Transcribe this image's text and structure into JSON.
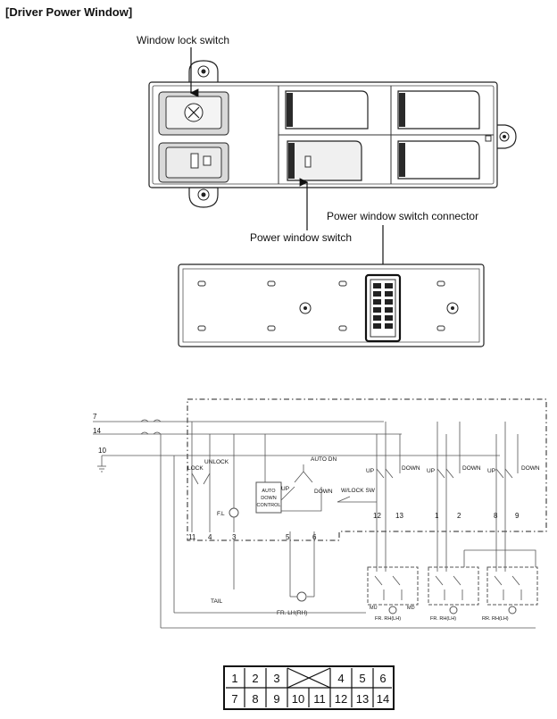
{
  "title": "[Driver Power Window]",
  "callouts": {
    "window_lock_switch": "Window lock switch",
    "power_window_switch_connector": "Power window switch connector",
    "power_window_switch": "Power window switch"
  },
  "circuit": {
    "wire_numbers": [
      "7",
      "14",
      "10"
    ],
    "labels": {
      "lock": "LOCK",
      "unlock": "UNLOCK",
      "auto_dn": "AUTO DN",
      "up": "UP",
      "down": "DOWN",
      "wlock_sw": "W/LOCK SW",
      "auto_down_control_1": "AUTO",
      "auto_down_control_2": "DOWN",
      "auto_down_control_3": "CONTROL",
      "fl": "F.L",
      "tail": "TAIL",
      "fr_lh": "FR. LH(RH)",
      "fr_rh": "FR. RH(LH)",
      "rr_rh": "RR. RH(LH)",
      "mu": "MU",
      "md": "MD",
      "sw_up_1": "UP",
      "sw_down_1": "DOWN",
      "sw_up_2": "UP",
      "sw_down_2": "DOWN",
      "sw_up_3": "UP",
      "sw_down_3": "DOWN",
      "mid_up": "UP",
      "mid_down": "DOWN"
    },
    "terminals": [
      "11",
      "4",
      "3",
      "5",
      "6",
      "12",
      "13",
      "1",
      "2",
      "8",
      "9"
    ]
  },
  "connector_pins": {
    "row1": [
      "1",
      "2",
      "3",
      "",
      "",
      "4",
      "5",
      "6"
    ],
    "row2": [
      "7",
      "8",
      "9",
      "10",
      "11",
      "12",
      "13",
      "14"
    ]
  }
}
